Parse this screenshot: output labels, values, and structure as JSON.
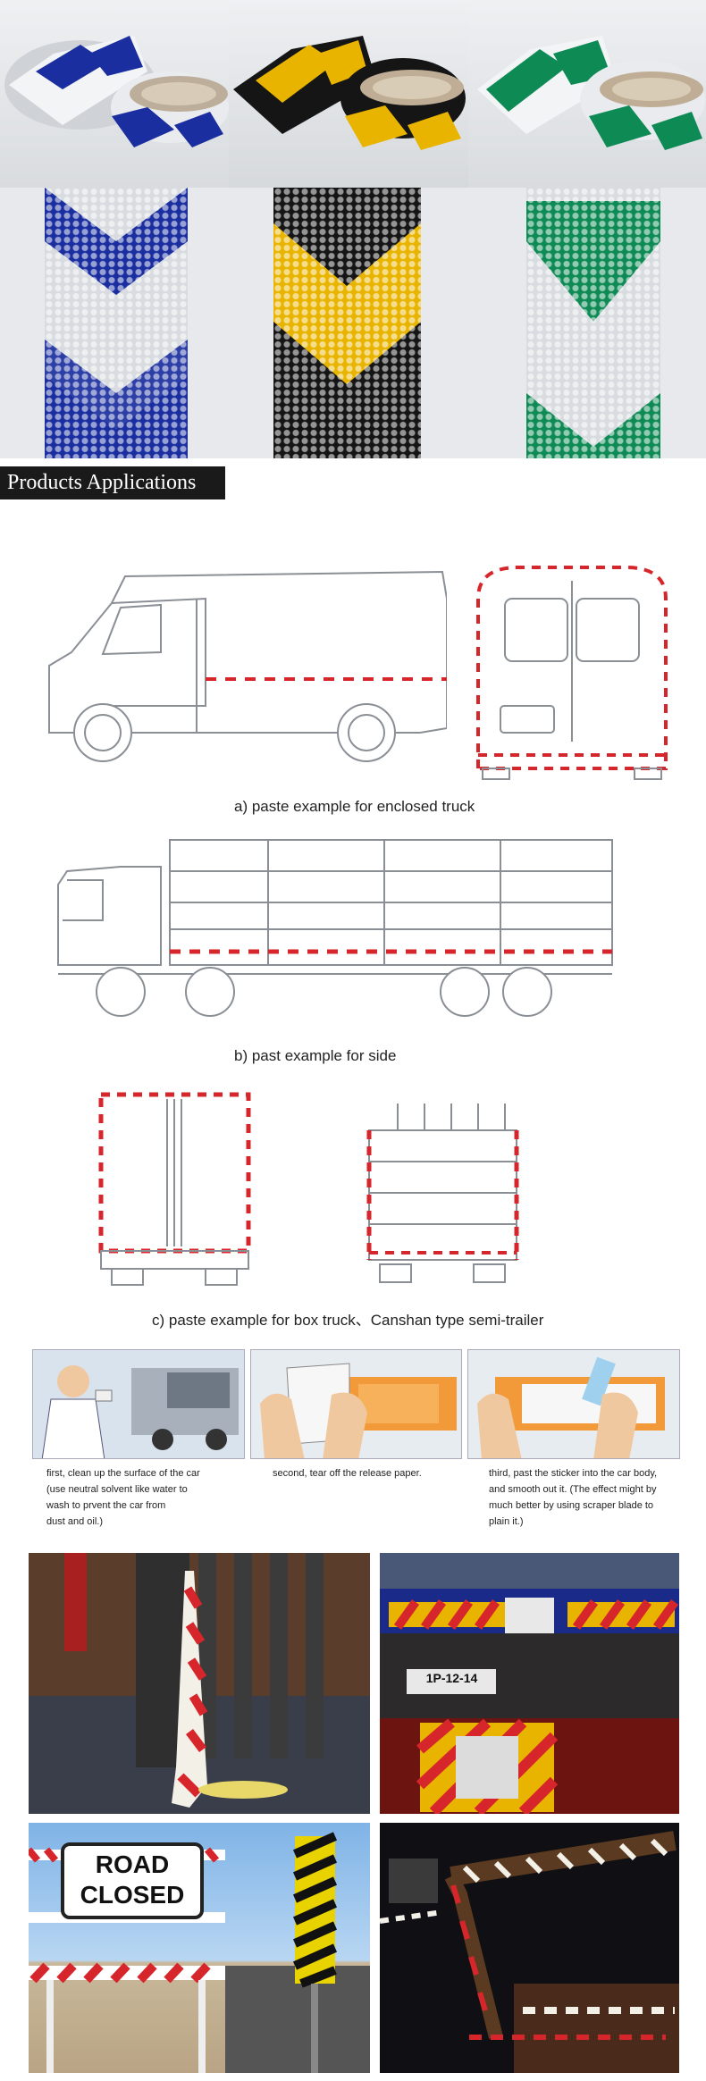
{
  "section_title": "Products Applications",
  "captions": {
    "enclosed_truck": "a)   paste example for enclosed truck",
    "side": "b)   past example for side",
    "box_truck": "c)   paste example for box truck、Canshan type semi-trailer"
  },
  "steps": [
    {
      "text": "first, clean up the surface of the car\n(use neutral solvent like water to\n wash to prvent the car from\ndust and oil.)"
    },
    {
      "text": "second, tear off the  release paper."
    },
    {
      "text": "third,  past the sticker into the car body,\nand smooth out it. (The effect might by\nmuch better by using scraper blade to\nplain it.)"
    }
  ],
  "sign": {
    "line1": "ROAD",
    "line2": "CLOSED"
  },
  "plate": {
    "text": "1P-12-14"
  },
  "colors": {
    "blue": "#1a2ea0",
    "yellow": "#e8b400",
    "green": "#0e8a55",
    "red": "#d7262b",
    "black": "#151515"
  }
}
